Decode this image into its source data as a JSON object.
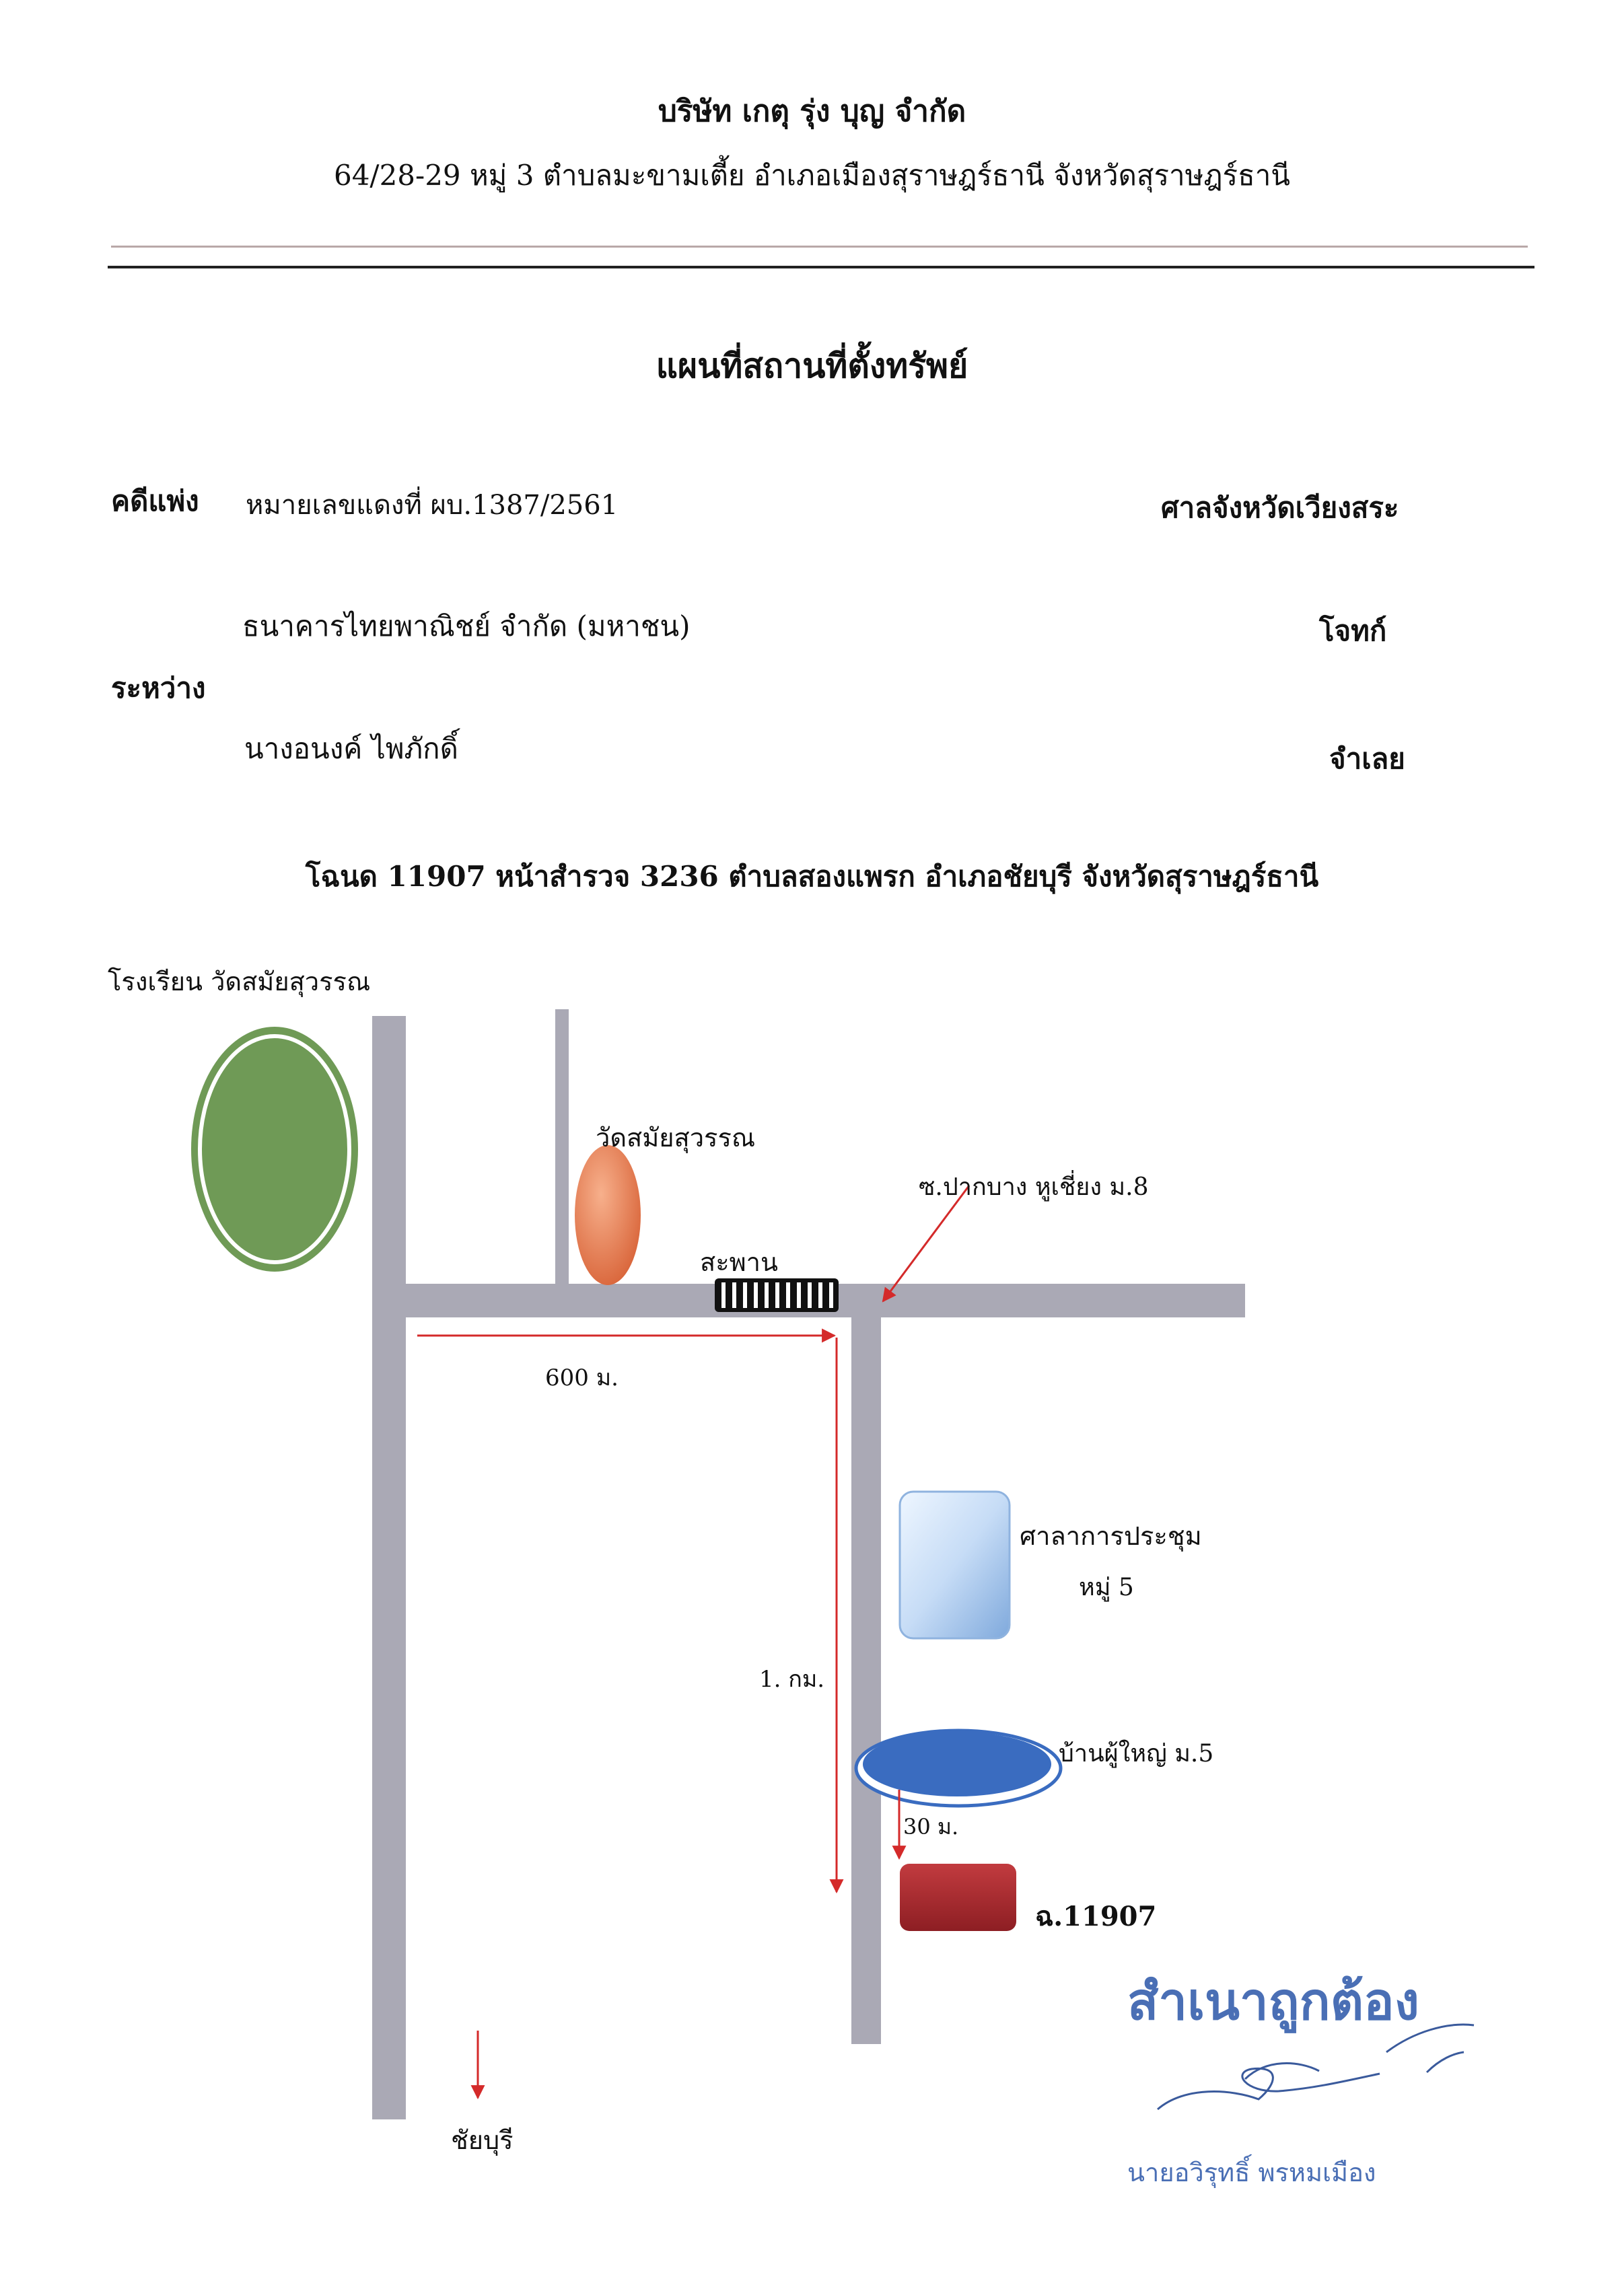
{
  "header": {
    "company": "บริษัท เกตุ รุ่ง บุญ จำกัด",
    "address": "64/28-29 หมู่ 3 ตำบลมะขามเตี้ย อำเภอเมืองสุราษฎร์ธานี จังหวัดสุราษฎร์ธานี"
  },
  "title": "แผนที่สถานที่ตั้งทรัพย์",
  "case": {
    "case_type": "คดีแพ่ง",
    "red_number": "หมายเลขแดงที่ ผบ.1387/2561",
    "court": "ศาลจังหวัดเวียงสระ",
    "between_label": "ระหว่าง",
    "plaintiff": "ธนาคารไทยพาณิชย์ จำกัด (มหาชน)",
    "plaintiff_role": "โจทก์",
    "defendant": "นางอนงค์ ไพภักดิ์",
    "defendant_role": "จำเลย"
  },
  "deed_line": "โฉนด 11907 หน้าสำรวจ 3236 ตำบลสองแพรก อำเภอชัยบุรี จังหวัดสุราษฎร์ธานี",
  "map": {
    "school_label": "โรงเรียน วัดสมัยสุวรรณ",
    "temple_label": "วัดสมัยสุวรรณ",
    "bridge_label": "สะพาน",
    "soi_label": "ซ.ปากบาง หูเชี่ยง ม.8",
    "dist_600": "600 ม.",
    "dist_1km": "1. กม.",
    "hall_label_1": "ศาลาการประชุม",
    "hall_label_2": "หมู่ 5",
    "headman_label": "บ้านผู้ใหญ่ ม.5",
    "dist_30": "30 ม.",
    "plot_label": "ฉ.11907",
    "chaiburi_label": "ชัยบุรี",
    "colors": {
      "road": "#aaa9b5",
      "arrow": "#d42a2a",
      "school": "#6f9a56",
      "temple": "#e8855c",
      "hall": "#bcd6f2",
      "headman": "#3a6cc0",
      "plot": "#a8262b"
    }
  },
  "stamp": {
    "certified": "สำเนาถูกต้อง",
    "signer": "นายอวิรุทธิ์ พรหมเมือง"
  }
}
